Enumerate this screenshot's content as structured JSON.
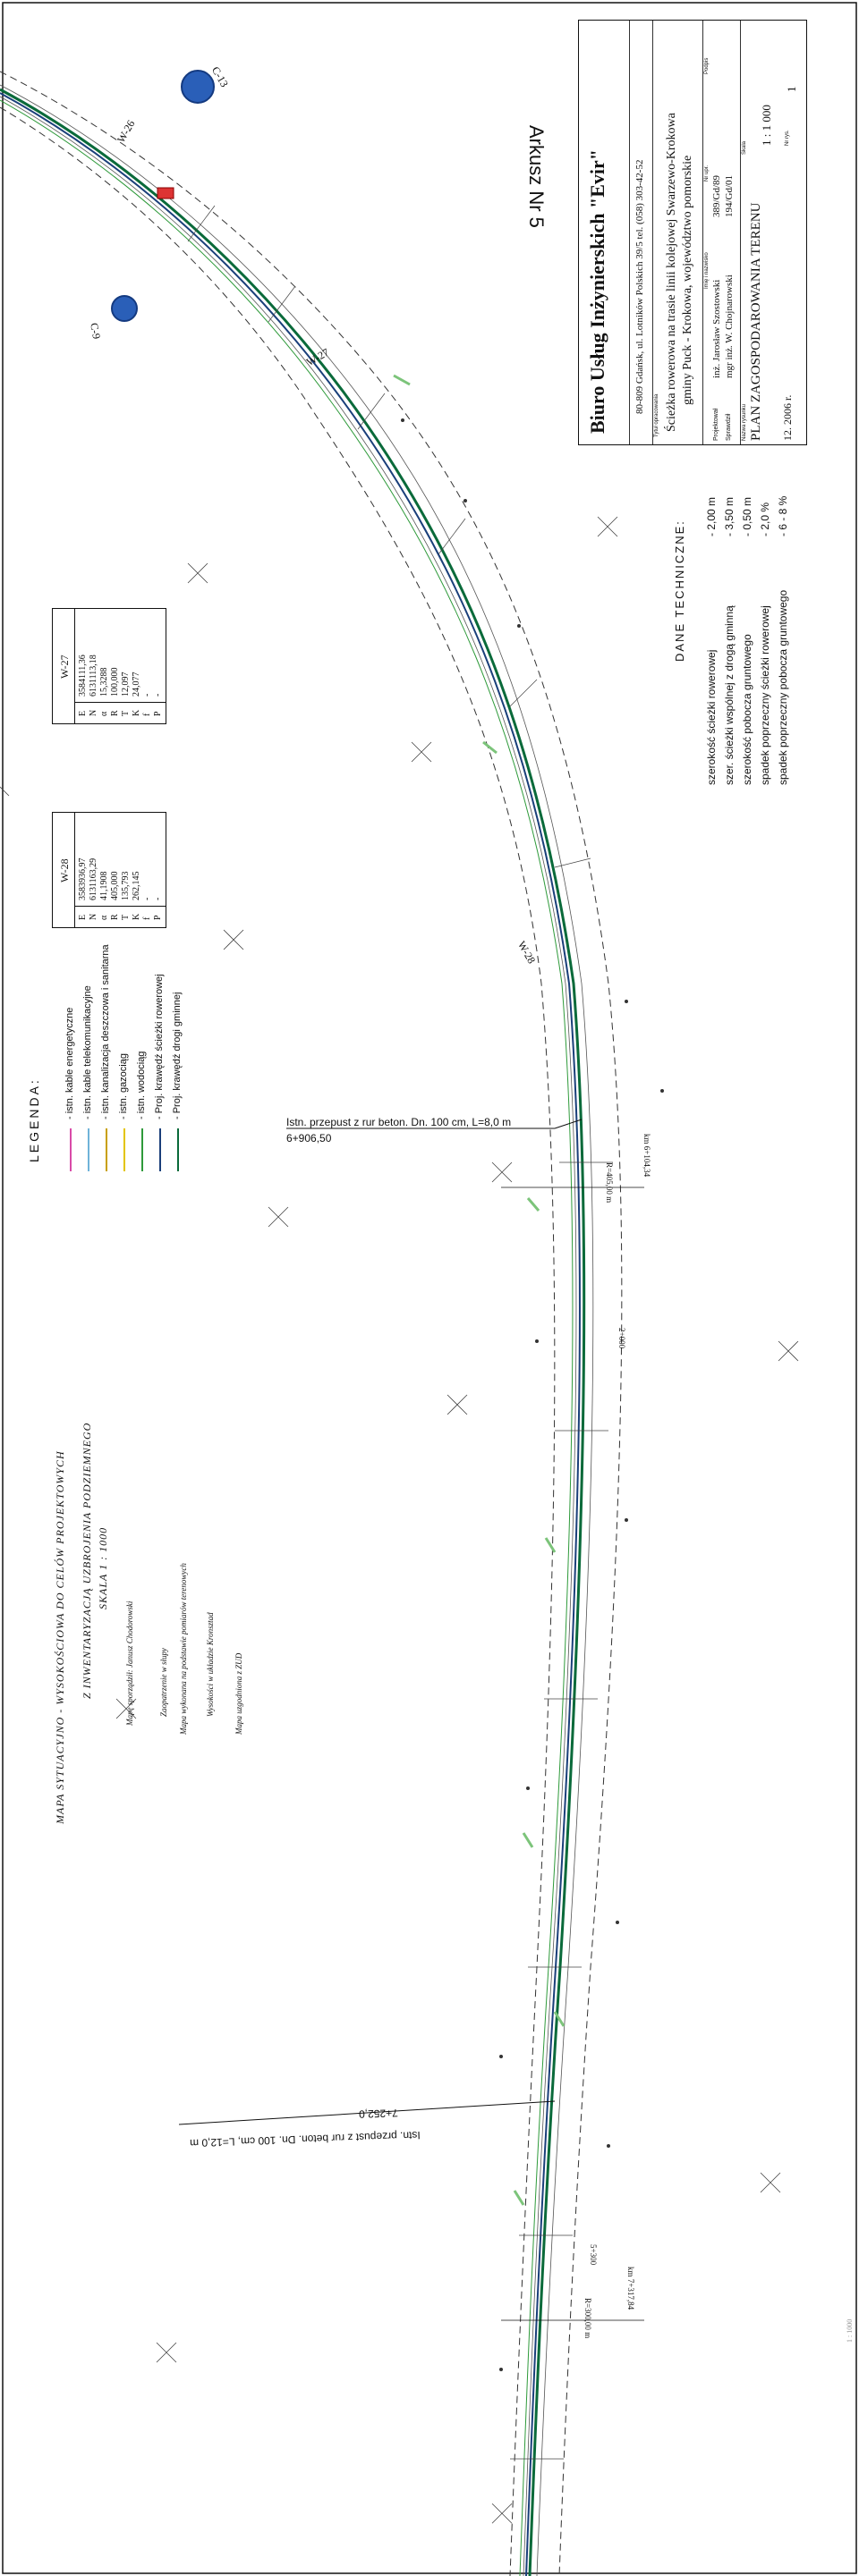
{
  "sheet": {
    "title": "Arkusz Nr 5",
    "company": "Biuro Usług Inżynierskich \"Evir\"",
    "address": "80-809 Gdańsk, ul. Lotników Polskich 39/5 tel. (058) 303-42-52",
    "project_label": "Tytuł opracowania",
    "project": "Ścieżka rowerowa na trasie linii kolejowej Swarzewo-Krokowa",
    "project_line2": "gminy Puck - Krokowa, województwo pomorskie",
    "roles": [
      {
        "role": "Projektował",
        "name": "inż. Jarosław Szostowski",
        "number": "389/Gd/89"
      },
      {
        "role": "Sprawdził",
        "name": "mgr inż. W. Chojnarowski",
        "number": "194/Gd/01"
      }
    ],
    "header_cols": [
      "Imię i nazwisko",
      "Nr upr.",
      "Podpis"
    ],
    "drawing_name_label": "Nazwa rysunku",
    "drawing_name": "PLAN ZAGOSPODAROWANIA TERENU",
    "scale_label": "Skala",
    "scale": "1 : 1 000",
    "date": "12. 2006 r.",
    "sheet_no_label": "Nr rys.",
    "sheet_no": "1"
  },
  "technical": {
    "heading": "DANE TECHNICZNE:",
    "items": [
      {
        "label": "szerokość ścieżki rowerowej",
        "value": "- 2,00 m"
      },
      {
        "label": "szer. ścieżki wspólnej z drogą gminną",
        "value": "- 3,50 m"
      },
      {
        "label": "szerokość pobocza gruntowego",
        "value": "- 0,50 m"
      },
      {
        "label": "spadek poprzeczny ścieżki rowerowej",
        "value": "- 2,0 %"
      },
      {
        "label": "spadek poprzeczny pobocza gruntowego",
        "value": "- 6 - 8 %"
      }
    ]
  },
  "legend": {
    "heading": "LEGENDA:",
    "items": [
      {
        "label": "- istn. kable energetyczne",
        "color": "#d94aa8"
      },
      {
        "label": "- istn. kable telekomunikacyjne",
        "color": "#6fb3d9"
      },
      {
        "label": "- istn. kanalizacja deszczowa i sanitarna",
        "color": "#c8a000"
      },
      {
        "label": "- istn. gazociąg",
        "color": "#e3c400"
      },
      {
        "label": "- istn. wodociąg",
        "color": "#2e9a3a"
      },
      {
        "label": "- Proj. krawędź ścieżki rowerowej",
        "color": "#1a3f7a"
      },
      {
        "label": "- Proj. krawędź drogi gminnej",
        "color": "#0a6a3a"
      }
    ]
  },
  "table_w27": {
    "title": "W-27",
    "rows": [
      {
        "k": "E",
        "v": "3584111,36"
      },
      {
        "k": "N",
        "v": "6131113,18"
      },
      {
        "k": "α",
        "v": "15,3288"
      },
      {
        "k": "R",
        "v": "100,000"
      },
      {
        "k": "T",
        "v": "12,097"
      },
      {
        "k": "K",
        "v": "24,077"
      },
      {
        "k": "f",
        "v": "-"
      },
      {
        "k": "P",
        "v": "-"
      }
    ]
  },
  "table_w28": {
    "title": "W-28",
    "rows": [
      {
        "k": "E",
        "v": "3583936,97"
      },
      {
        "k": "N",
        "v": "6131163,29"
      },
      {
        "k": "α",
        "v": "41,1908"
      },
      {
        "k": "R",
        "v": "405,000"
      },
      {
        "k": "T",
        "v": "135,793"
      },
      {
        "k": "K",
        "v": "262,145"
      },
      {
        "k": "f",
        "v": "-"
      },
      {
        "k": "P",
        "v": "-"
      }
    ]
  },
  "annotations": {
    "culvert1": "Istn. przepust z rur beton. Dn. 100 cm, L=8,0 m",
    "culvert1_km": "6+906,50",
    "culvert2": "Istn. przepust z rur beton. Dn. 100 cm, L=12,0 m",
    "culvert2_km": "7+252,0",
    "w26": "W-26",
    "w27": "W-27",
    "w28": "W-28",
    "c13": "C-13",
    "c9": "C-9",
    "km1": "km 6+104,34",
    "km2": "km 7+317,84",
    "r1": "R=405,00 m",
    "r2": "R=300,00 m",
    "mark1": "2+000",
    "mark2": "5+300"
  },
  "notes": {
    "title": "MAPA SYTUACYJNO - WYSOKOŚCIOWA DO CELÓW PROJEKTOWYCH",
    "subtitle": "Z INWENTARYZACJĄ UZBROJENIA PODZIEMNEGO",
    "scale": "SKALA 1 : 1000",
    "author": "Mapę sporządził: Janusz Chodorowski",
    "note1": "Zaopatrzenie w słupy",
    "note2": "Mapa wykonana na podstawie pomiarów terenowych",
    "note3": "Wysokości w układzie Kronsztad",
    "note4": "Mapa uzgodniona z ZUD"
  },
  "footer": "1 : 1000"
}
